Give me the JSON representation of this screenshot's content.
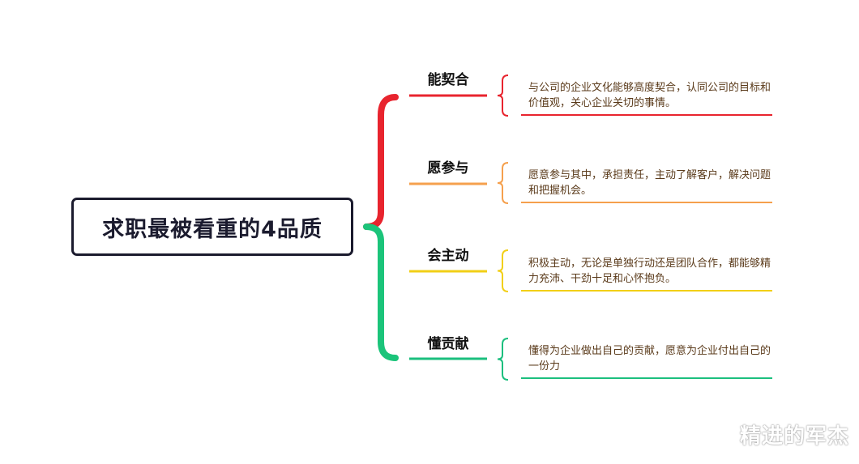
{
  "root": {
    "title": "求职最被看重的4品质"
  },
  "branches": [
    {
      "label": "能契合",
      "color": "#e8242e",
      "description": "与公司的企业文化能够高度契合，认同公司的目标和价值观，关心企业关切的事情。"
    },
    {
      "label": "愿参与",
      "color": "#f5a04d",
      "description": "愿意参与其中，承担责任，主动了解客户，解决问题和把握机会。"
    },
    {
      "label": "会主动",
      "color": "#f2cf16",
      "description": "积极主动，无论是单独行动还是团队合作，都能够精力充沛、干劲十足和心怀抱负。"
    },
    {
      "label": "懂贡献",
      "color": "#1bbf7e",
      "description": "懂得为企业做出自己的贡献，愿意为企业付出自己的一份力"
    }
  ],
  "big_brace": {
    "top_color": "#e8242e",
    "bottom_color": "#1bc47a"
  },
  "watermark": "精进的军杰"
}
